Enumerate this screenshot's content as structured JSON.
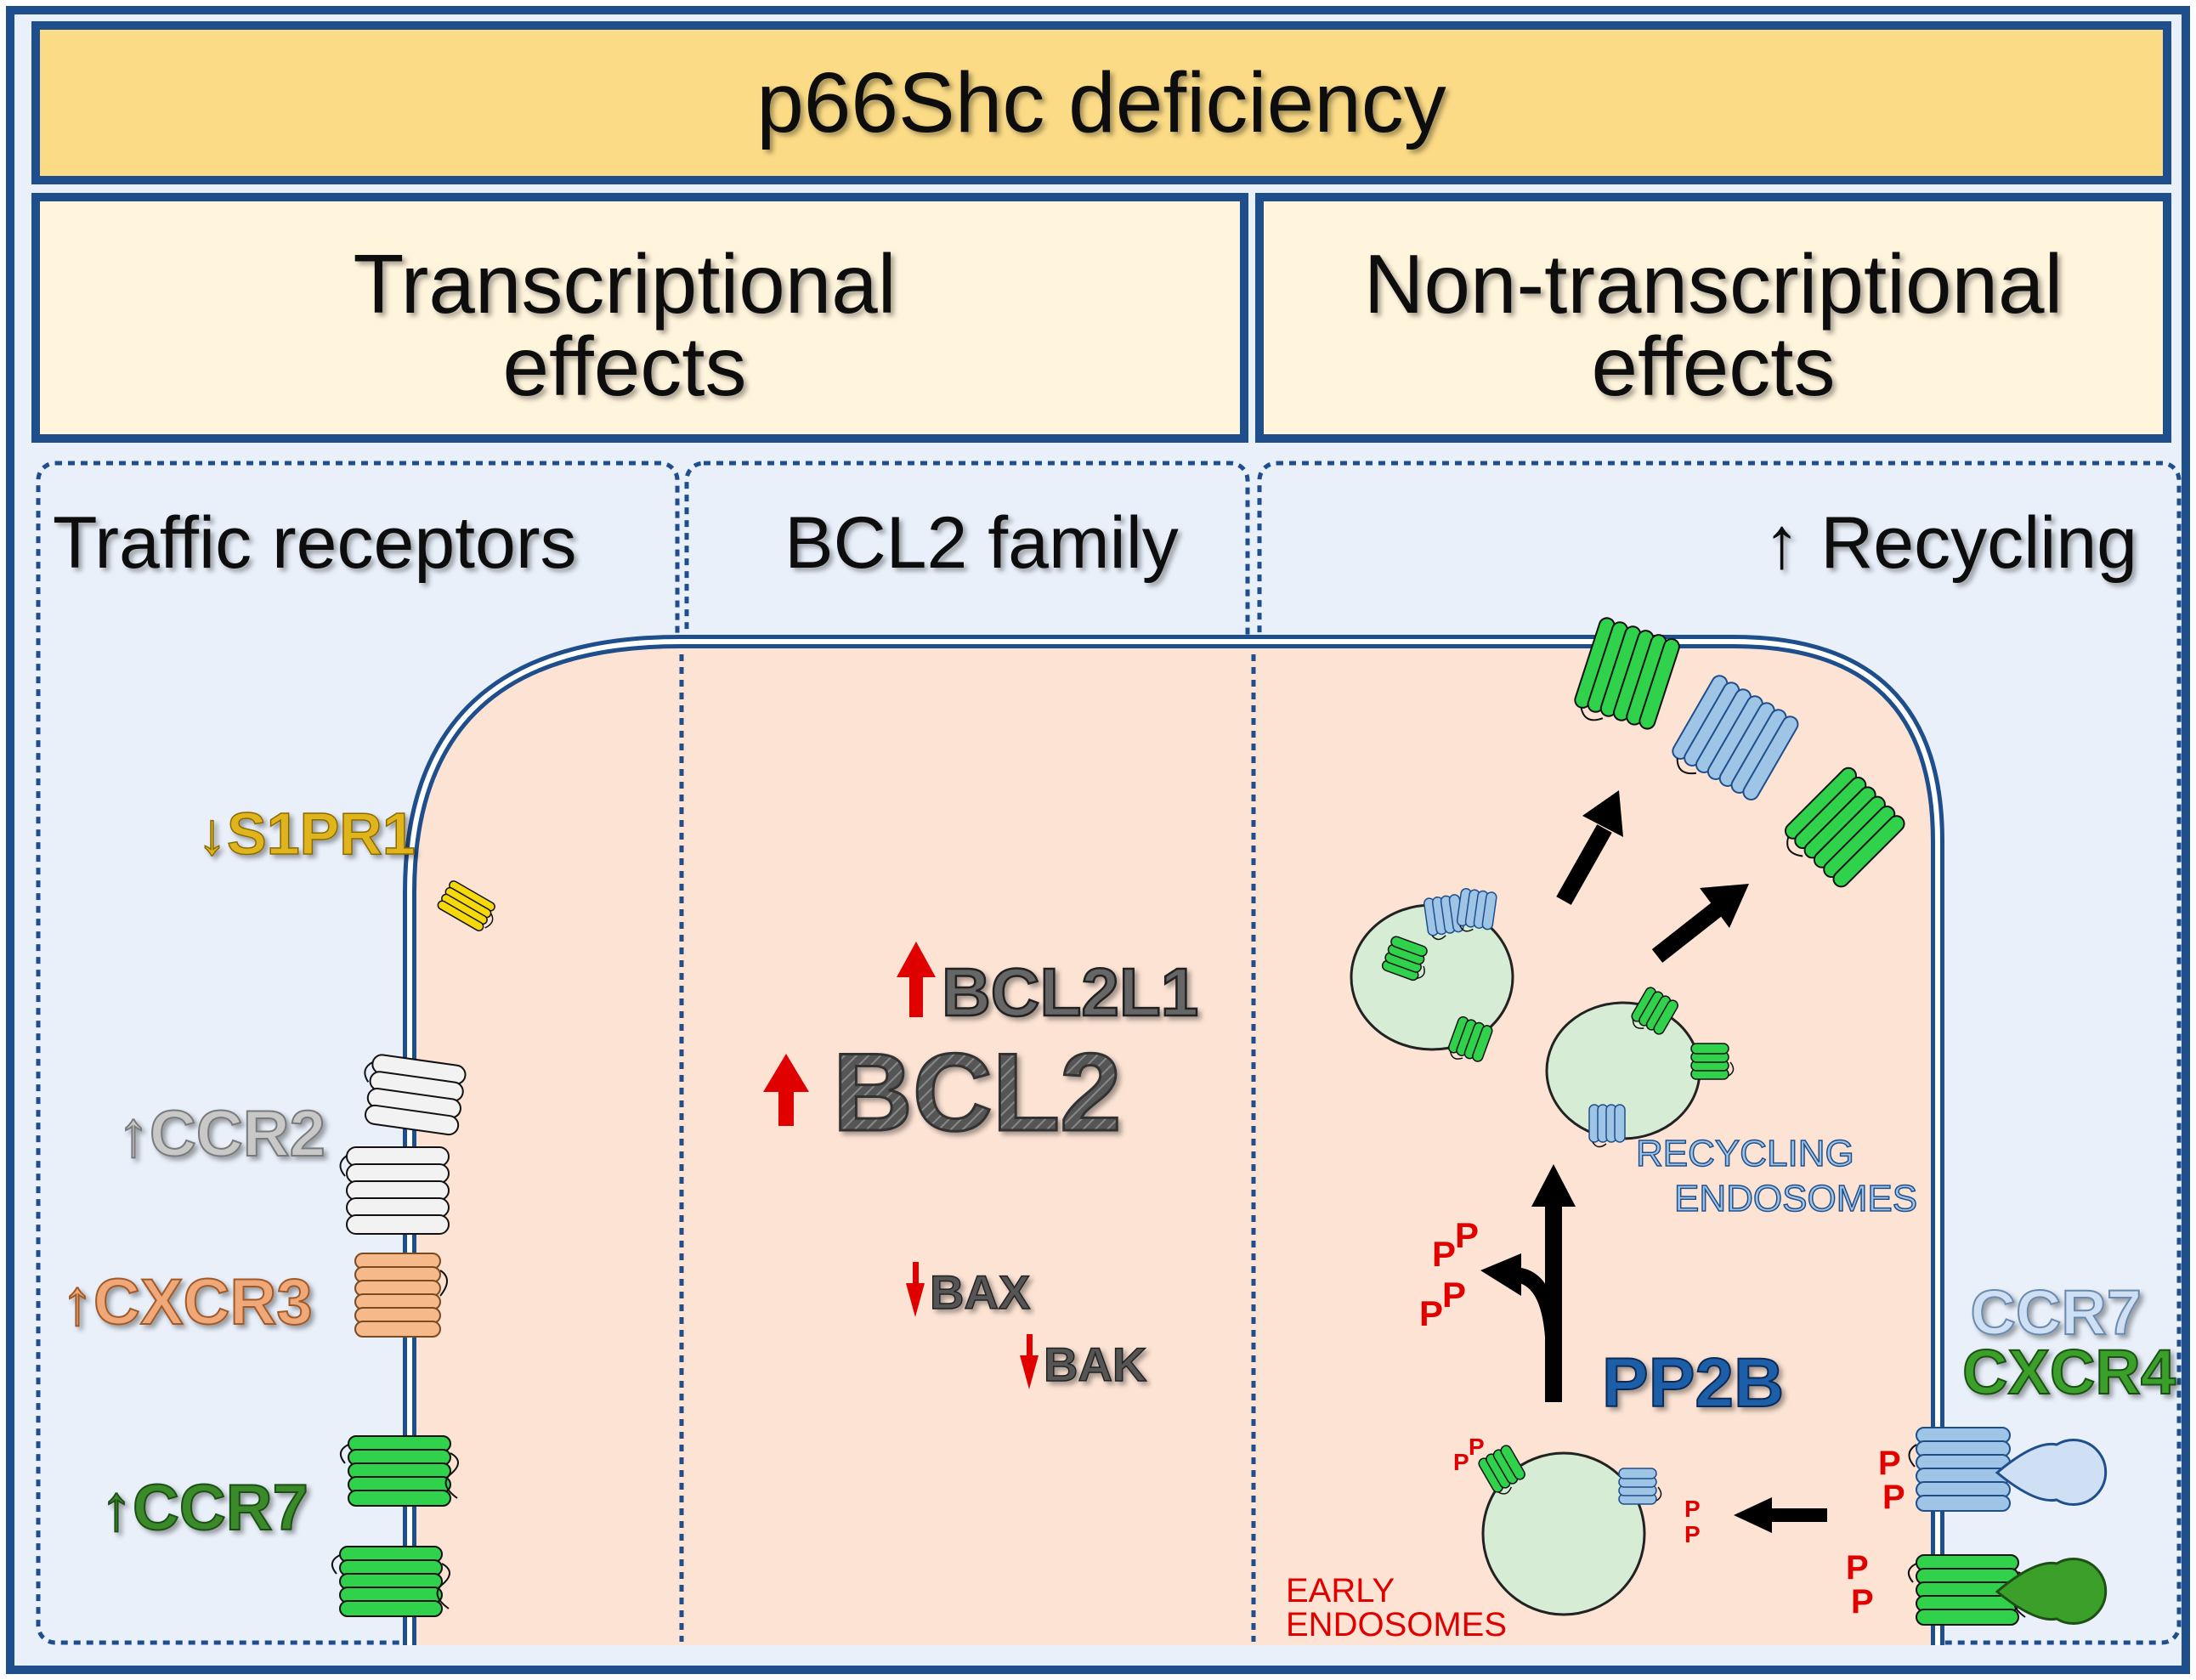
{
  "title": "p66Shc deficiency",
  "sections": {
    "transcriptional": [
      "Transcriptional",
      "effects"
    ],
    "non_transcriptional": [
      "Non-transcriptional",
      "effects"
    ]
  },
  "panels": {
    "traffic": "Traffic receptors",
    "bcl2": "BCL2 family",
    "recycling": "↑ Recycling"
  },
  "receptors": {
    "s1pr1": "↓S1PR1",
    "ccr2": "↑CCR2",
    "cxcr3": "↑CXCR3",
    "ccr7": "↑CCR7"
  },
  "bcl2_family": {
    "bcl2l1": "BCL2L1",
    "bcl2": "BCL2",
    "bax": "BAX",
    "bak": "BAK"
  },
  "labels": {
    "recycling_endosomes": [
      "RECYCLING",
      "ENDOSOMES"
    ],
    "early_endosomes": [
      "EARLY",
      "ENDOSOMES"
    ],
    "pp2b": "PP2B",
    "ccr7_right": "CCR7",
    "cxcr4": "CXCR4",
    "phospho": "P"
  },
  "colors": {
    "frame_blue": "#1f4e8c",
    "title_fill": "#fbdb86",
    "section_fill": "#fff4dc",
    "panel_fill": "#e9f0fa",
    "cell_fill": "#fce3d4",
    "green_receptor": "#2fd24a",
    "blue_receptor": "#9ec4e6",
    "red": "#e00000",
    "s1pr1": "#e0b41e",
    "ccr2": "#9a9a9a",
    "cxcr3": "#f0a878",
    "ccr7": "#3a8a2a",
    "pp2b": "#1e5fa8"
  }
}
